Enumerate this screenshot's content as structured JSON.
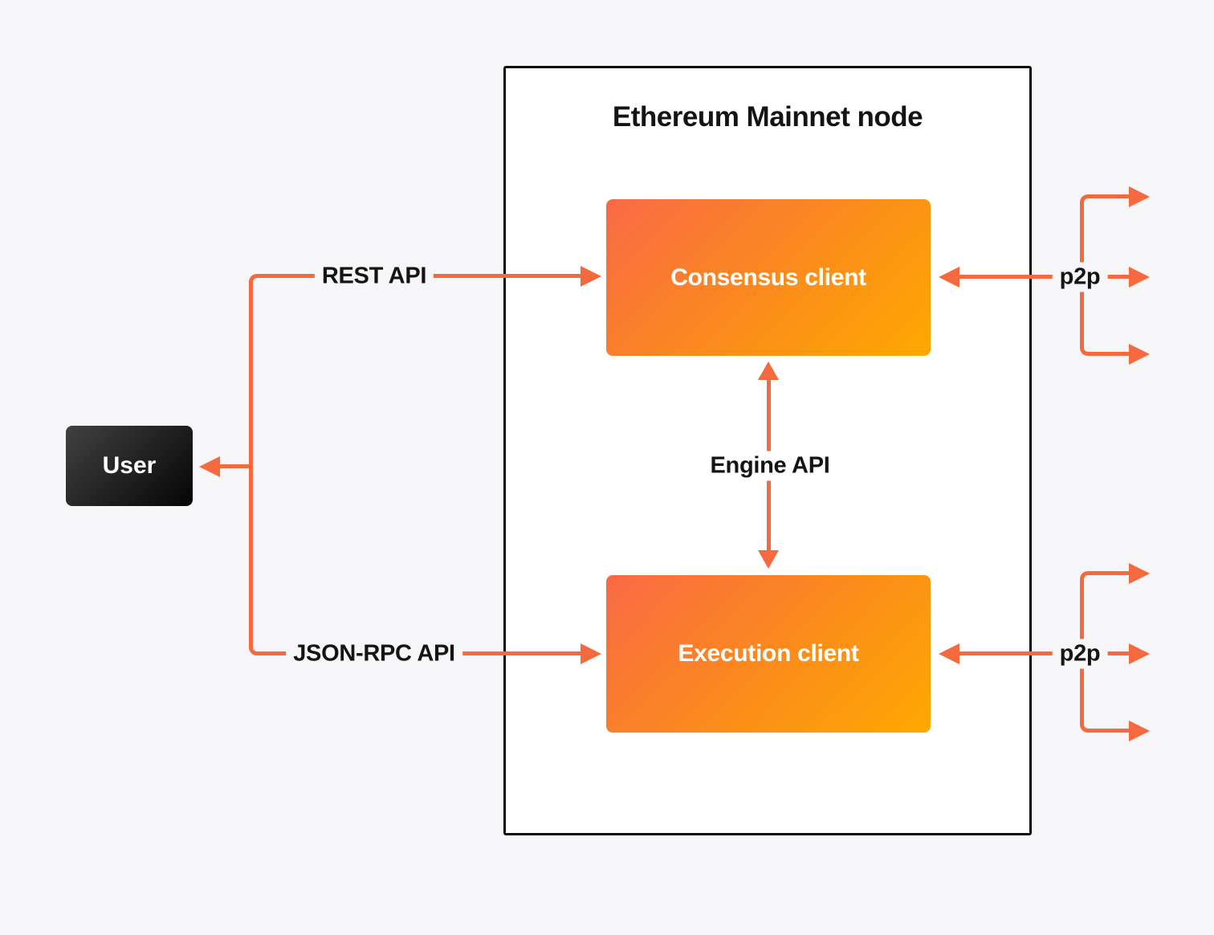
{
  "node": {
    "title": "Ethereum Mainnet node"
  },
  "clients": {
    "consensus": {
      "label": "Consensus client"
    },
    "execution": {
      "label": "Execution client"
    }
  },
  "user": {
    "label": "User"
  },
  "edges": {
    "rest_api": {
      "label": "REST API"
    },
    "json_rpc": {
      "label": "JSON-RPC API"
    },
    "engine_api": {
      "label": "Engine API"
    },
    "p2p_consensus": {
      "label": "p2p"
    },
    "p2p_execution": {
      "label": "p2p"
    }
  },
  "theme": {
    "background": "#f6f6f8",
    "arrow_color": "#f4693e",
    "node_fill": "#ffffff",
    "node_border": "#0b0b0b",
    "client_gradient_from": "#f96a45",
    "client_gradient_mid": "#fb8d1a",
    "client_gradient_to": "#ffa801",
    "user_gradient_from": "#414141",
    "user_gradient_to": "#050505",
    "text_dark": "#141414",
    "text_light": "#ffffff"
  }
}
